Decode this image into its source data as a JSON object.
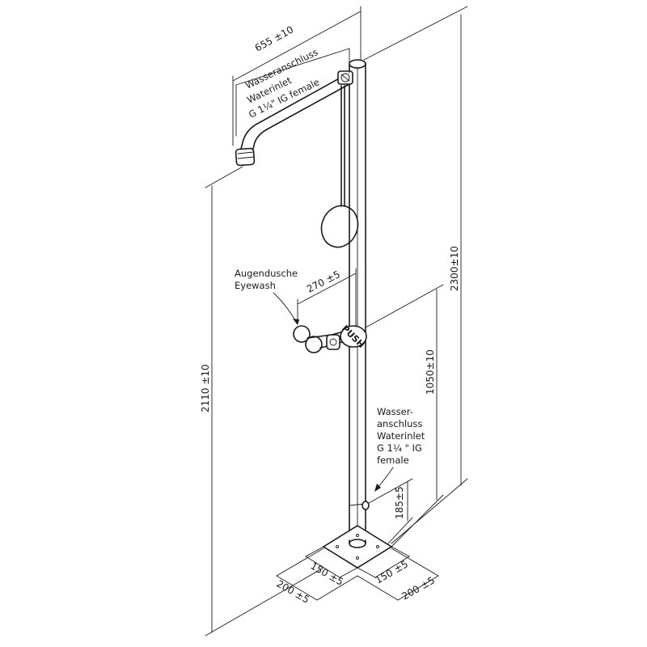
{
  "figure": {
    "labels": {
      "water_inlet_top": [
        "Wasseranschluss",
        "Waterinlet",
        "G 1¼\" IG female"
      ],
      "eyewash": [
        "Augendusche",
        "Eyewash"
      ],
      "water_inlet_bottom": [
        "Wasser-",
        "anschluss",
        "Waterinlet",
        "G 1¼ \" IG",
        "female"
      ],
      "push": "PUSH"
    },
    "dimensions": {
      "arm_reach": "655 ±10",
      "eyewash_reach": "270 ±5",
      "total_height": "2300±10",
      "shower_height": "2110 ±10",
      "eyewash_height": "1050±10",
      "inlet_height": "185±5",
      "base_left_inner": "150 ±5",
      "base_left_outer": "200 ±5",
      "base_right_inner": "150 ±5",
      "base_right_outer": "200 ±5"
    }
  }
}
